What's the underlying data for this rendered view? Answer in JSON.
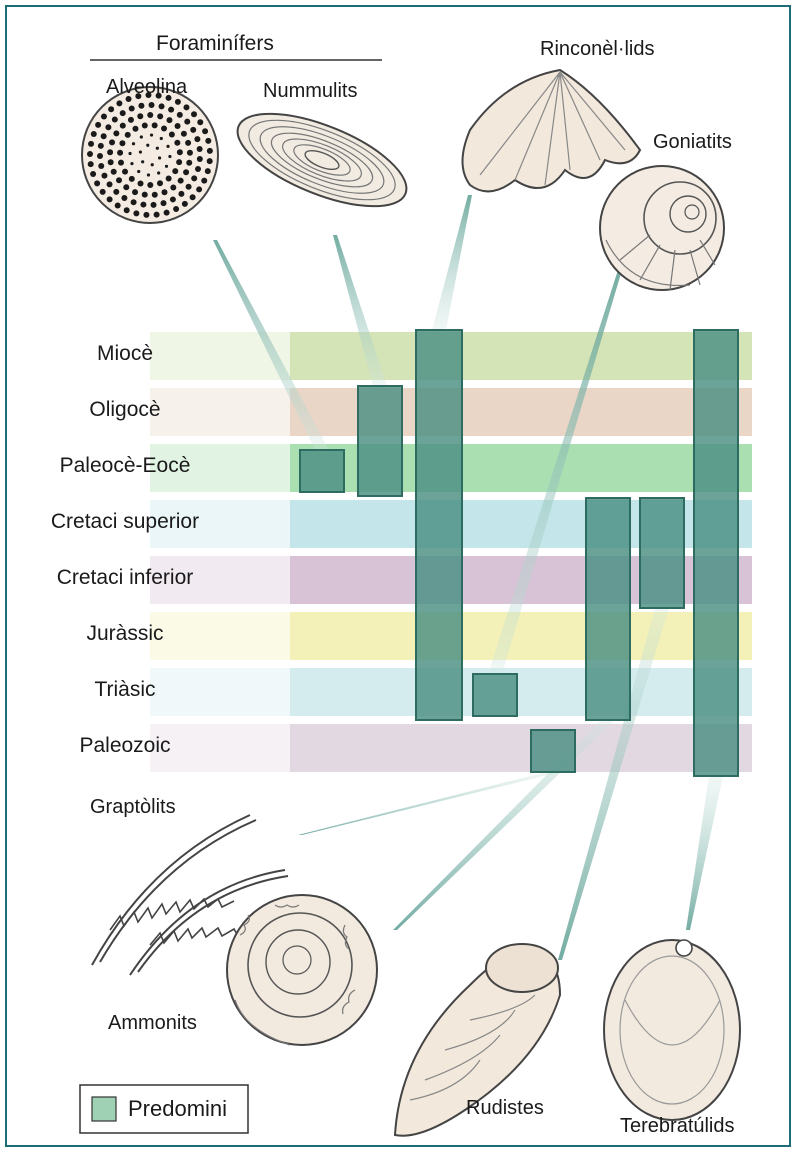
{
  "diagram": {
    "group_heading": "Foraminífers",
    "periods": [
      "Miocè",
      "Oligocè",
      "Paleocè-Eocè",
      "Cretaci superior",
      "Cretaci inferior",
      "Juràssic",
      "Triàsic",
      "Paleozoic"
    ],
    "period_colors": [
      "#d5e4b6",
      "#e9d6c6",
      "#a9dfb1",
      "#c4e6ea",
      "#d7c3d5",
      "#f3f1b7",
      "#d5ecee",
      "#e2d8e2"
    ],
    "organisms": {
      "alveolina": "Alveolina",
      "nummulits": "Nummulits",
      "rinconellids": "Rinconèl·lids",
      "goniatits": "Goniatits",
      "graptolits": "Graptòlits",
      "ammonits": "Ammonits",
      "rudistes": "Rudistes",
      "terebratulids": "Terebratúlids"
    },
    "ranges": [
      {
        "name": "alveolina",
        "from": "Paleocè-Eocè",
        "to": "Paleocè-Eocè"
      },
      {
        "name": "nummulits",
        "from": "Oligocè",
        "to": "Paleocè-Eocè"
      },
      {
        "name": "rinconellids",
        "from": "Miocè",
        "to": "Triàsic"
      },
      {
        "name": "goniatits",
        "from": "Triàsic",
        "to": "Triàsic"
      },
      {
        "name": "graptolits",
        "from": "Paleozoic",
        "to": "Paleozoic"
      },
      {
        "name": "ammonits",
        "from": "Cretaci superior",
        "to": "Triàsic"
      },
      {
        "name": "rudistes",
        "from": "Cretaci superior",
        "to": "Cretaci inferior"
      },
      {
        "name": "terebratulids",
        "from": "Miocè",
        "to": "Paleozoic"
      }
    ],
    "legend": {
      "label": "Predomini",
      "color": "#9fd1b4"
    },
    "bar_color": "#4a8f82"
  }
}
